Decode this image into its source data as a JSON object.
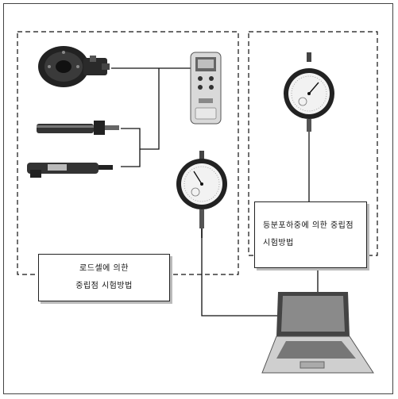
{
  "labels": {
    "load_cell_method": [
      "로드셀에 의한",
      "중립점 시험방법"
    ],
    "coil_spring_method": [
      "등분포하중에 의한 중립점",
      "시험방법"
    ]
  },
  "colors": {
    "line": "#111111",
    "device_dark": "#2a2a2a",
    "device_light": "#d9d9d9"
  },
  "icons": [
    "load-cell-icon",
    "digital-indicator-icon",
    "hydraulic-cylinder-icon",
    "hydraulic-pump-icon",
    "dial-gauge-icon",
    "laptop-icon"
  ]
}
